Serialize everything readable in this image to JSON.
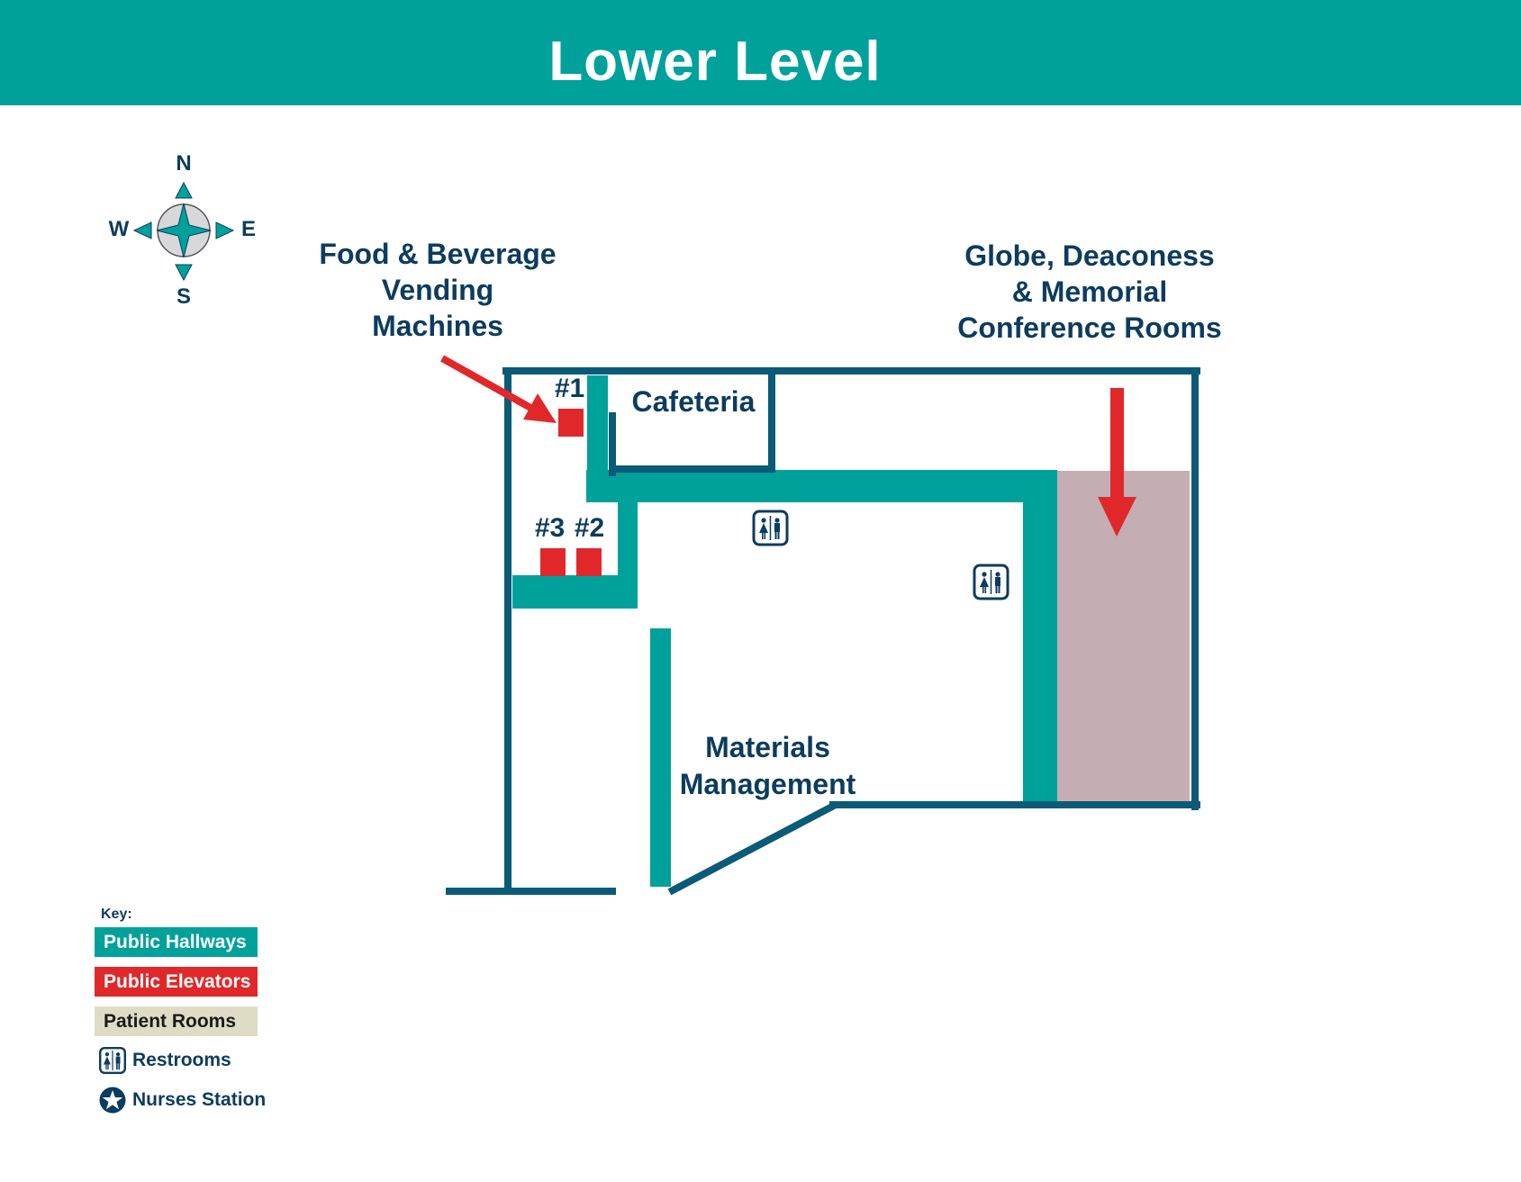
{
  "header": {
    "title": "Lower Level"
  },
  "compass": {
    "north": "N",
    "south": "S",
    "east": "E",
    "west": "W"
  },
  "labels": {
    "vending": [
      "Food & Beverage",
      "Vending",
      "Machines"
    ],
    "conference": [
      "Globe, Deaconess",
      "& Memorial",
      "Conference Rooms"
    ],
    "cafeteria": "Cafeteria",
    "materials": [
      "Materials",
      "Management"
    ],
    "elevator_1": "#1",
    "elevator_2": "#2",
    "elevator_3": "#3"
  },
  "key": {
    "title": "Key:",
    "items": [
      {
        "label": "Public Hallways",
        "color": "#00a19b",
        "text_color": "#ffffff"
      },
      {
        "label": "Public Elevators",
        "color": "#e0282a",
        "text_color": "#ffffff"
      },
      {
        "label": "Patient Rooms",
        "color": "#dedcc4",
        "text_color": "#1a1a1a"
      },
      {
        "label": "Restrooms",
        "icon": "restroom-icon"
      },
      {
        "label": "Nurses Station",
        "icon": "star-icon"
      }
    ]
  },
  "colors": {
    "hallway": "#00a19b",
    "wall": "#0b5a78",
    "elevator": "#e0282a",
    "conference_area": "#c4adb3",
    "text": "#0c3c5e",
    "arrow": "#e0282a"
  }
}
